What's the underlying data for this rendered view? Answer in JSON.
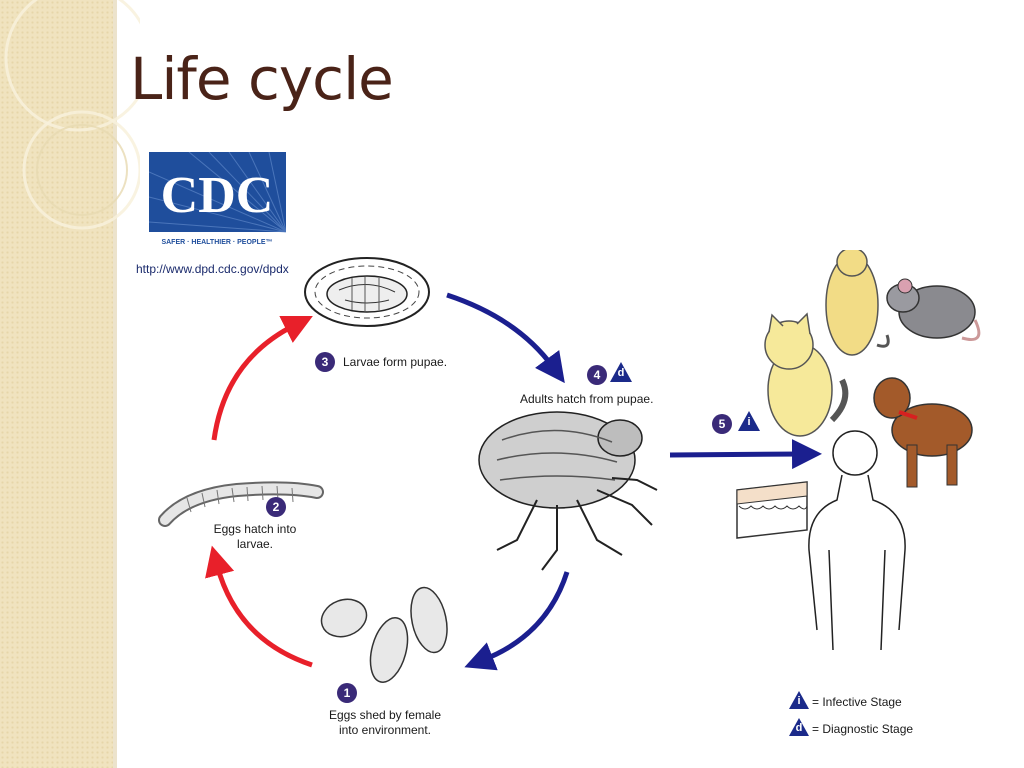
{
  "slide": {
    "title": "Life cycle"
  },
  "logo": {
    "wordmark": "CDC",
    "tagline": "SAFER · HEALTHIER · PEOPLE™",
    "url": "http://www.dpd.cdc.gov/dpdx",
    "brand_color": "#1f4e9c"
  },
  "stages": [
    {
      "number": "1",
      "label": "Eggs shed by female into environment."
    },
    {
      "number": "2",
      "label": "Eggs hatch into larvae."
    },
    {
      "number": "3",
      "label": "Larvae form pupae."
    },
    {
      "number": "4",
      "label": "Adults hatch from pupae.",
      "stage_marker": "d"
    },
    {
      "number": "5",
      "stage_marker": "i"
    }
  ],
  "legend": [
    {
      "marker": "i",
      "label": "= Infective Stage"
    },
    {
      "marker": "d",
      "label": "= Diagnostic Stage"
    }
  ],
  "colors": {
    "title": "#4a2318",
    "arrow_environment": "#e8202a",
    "arrow_host": "#1b1f8f",
    "badge": "#3a2a78",
    "marker": "#1b2a8a"
  }
}
